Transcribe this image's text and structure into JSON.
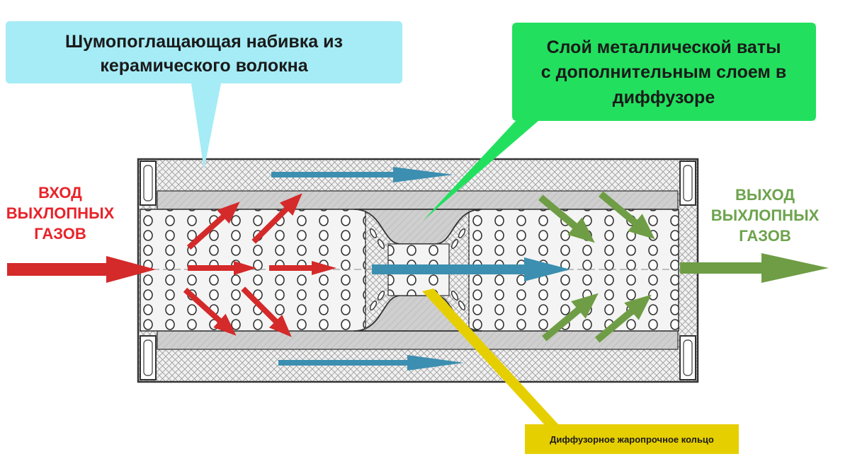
{
  "callouts": {
    "ceramic": {
      "line1": "Шумопоглащающая набивка из",
      "line2": "керамического волокна",
      "color": "#a5ecf6"
    },
    "metal_wool": {
      "line1": "Слой металлической ваты",
      "line2": "с дополнительным слоем в",
      "line3": "диффузоре",
      "color": "#22e05e"
    },
    "diffuser_ring": {
      "label": "Диффузорное жаропрочное кольцо",
      "color": "#e6cf00"
    }
  },
  "inlet": {
    "line1": "ВХОД",
    "line2": "ВЫХЛОПНЫХ",
    "line3": "ГАЗОВ",
    "color": "#e8232a"
  },
  "outlet": {
    "line1": "ВЫХОД",
    "line2": "ВЫХЛОПНЫХ",
    "line3": "ГАЗОВ",
    "color": "#6da34d"
  },
  "flow_colors": {
    "inlet_arrow": "#d42a2a",
    "center_arrow": "#3c8fb0",
    "outlet_arrow": "#6f9d45"
  }
}
